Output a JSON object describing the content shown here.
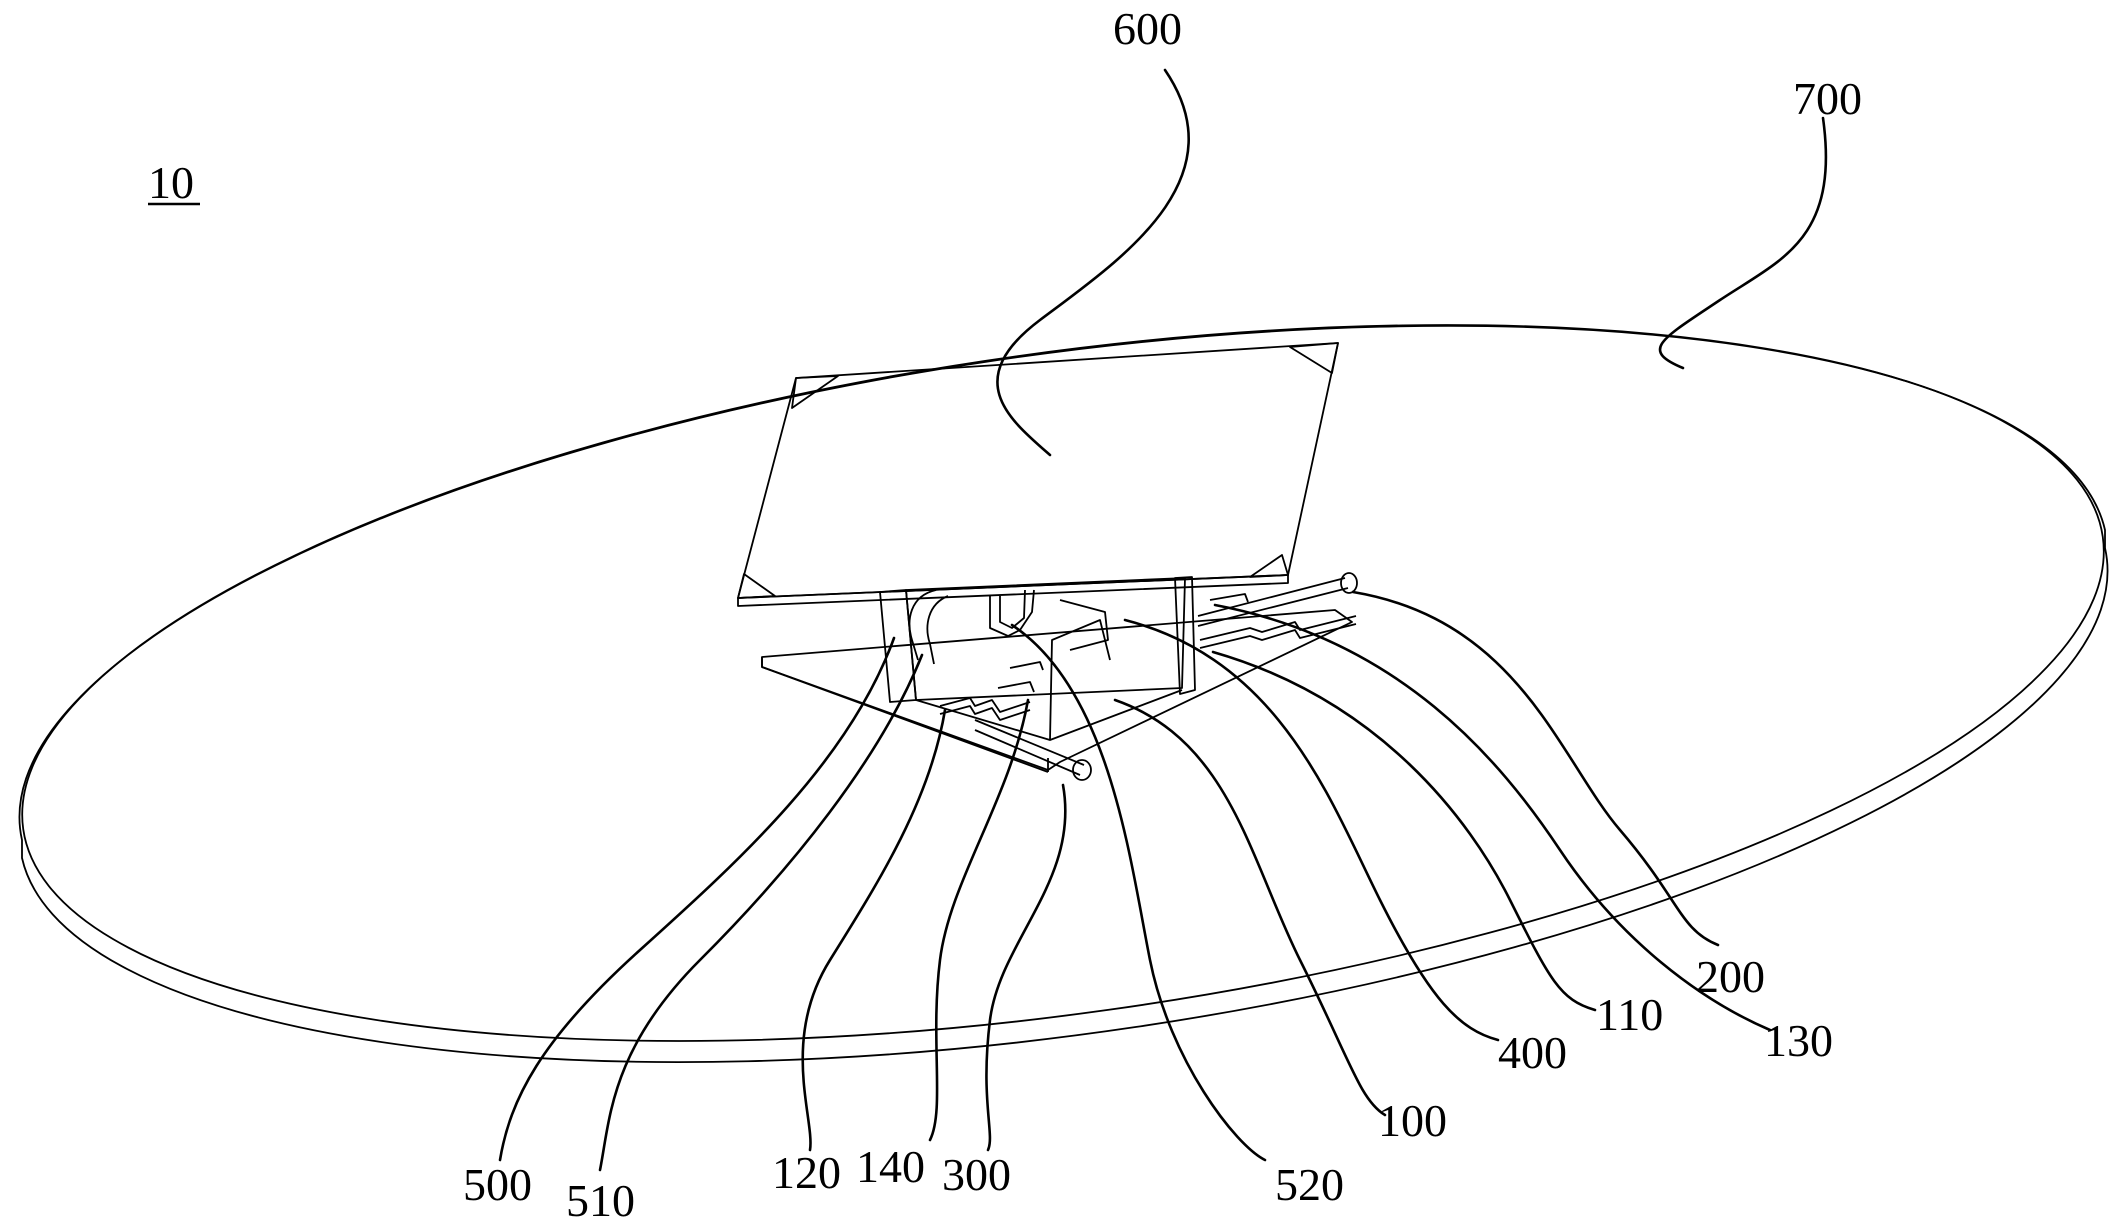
{
  "figure": {
    "assembly_label": "10",
    "labels": {
      "l600": "600",
      "l700": "700",
      "l200": "200",
      "l110": "110",
      "l130": "130",
      "l400": "400",
      "l100": "100",
      "l520": "520",
      "l300": "300",
      "l140": "140",
      "l120": "120",
      "l510": "510",
      "l500": "500"
    }
  }
}
